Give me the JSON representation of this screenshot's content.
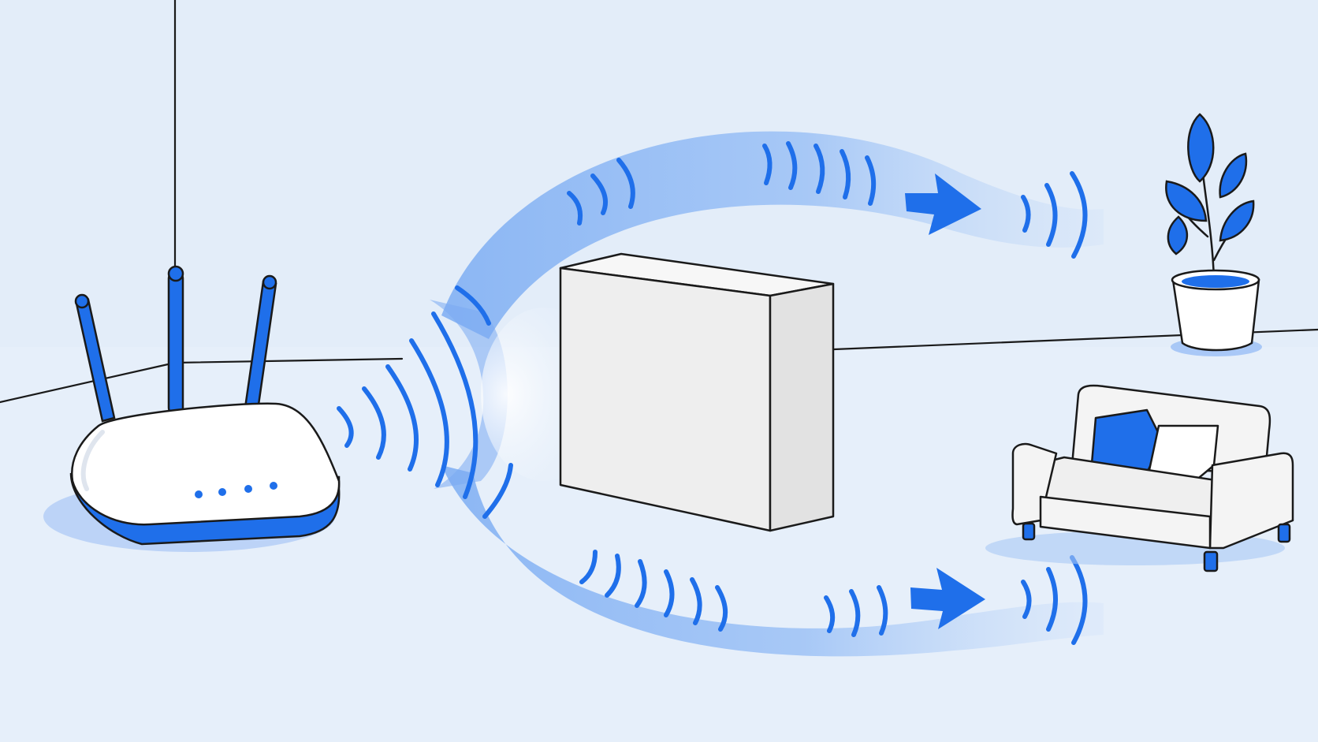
{
  "scene": {
    "background": "#e6effa",
    "floor_color": "#e9f1fb",
    "accent": "#1f6fea",
    "accent_light": "#8fb8f5",
    "outline": "#1a1a1a",
    "object_fill": "#f4f4f4"
  },
  "elements": {
    "router": {
      "icon": "wifi-router-icon",
      "antennas": 3,
      "status_lights": 4
    },
    "obstacle": {
      "icon": "wall-block-icon"
    },
    "signal_paths": [
      {
        "route": "over-top",
        "destination": "plant"
      },
      {
        "route": "underneath",
        "destination": "sofa"
      }
    ],
    "plant": {
      "icon": "potted-plant-icon"
    },
    "sofa": {
      "icon": "sofa-icon",
      "cushions": 2
    }
  }
}
